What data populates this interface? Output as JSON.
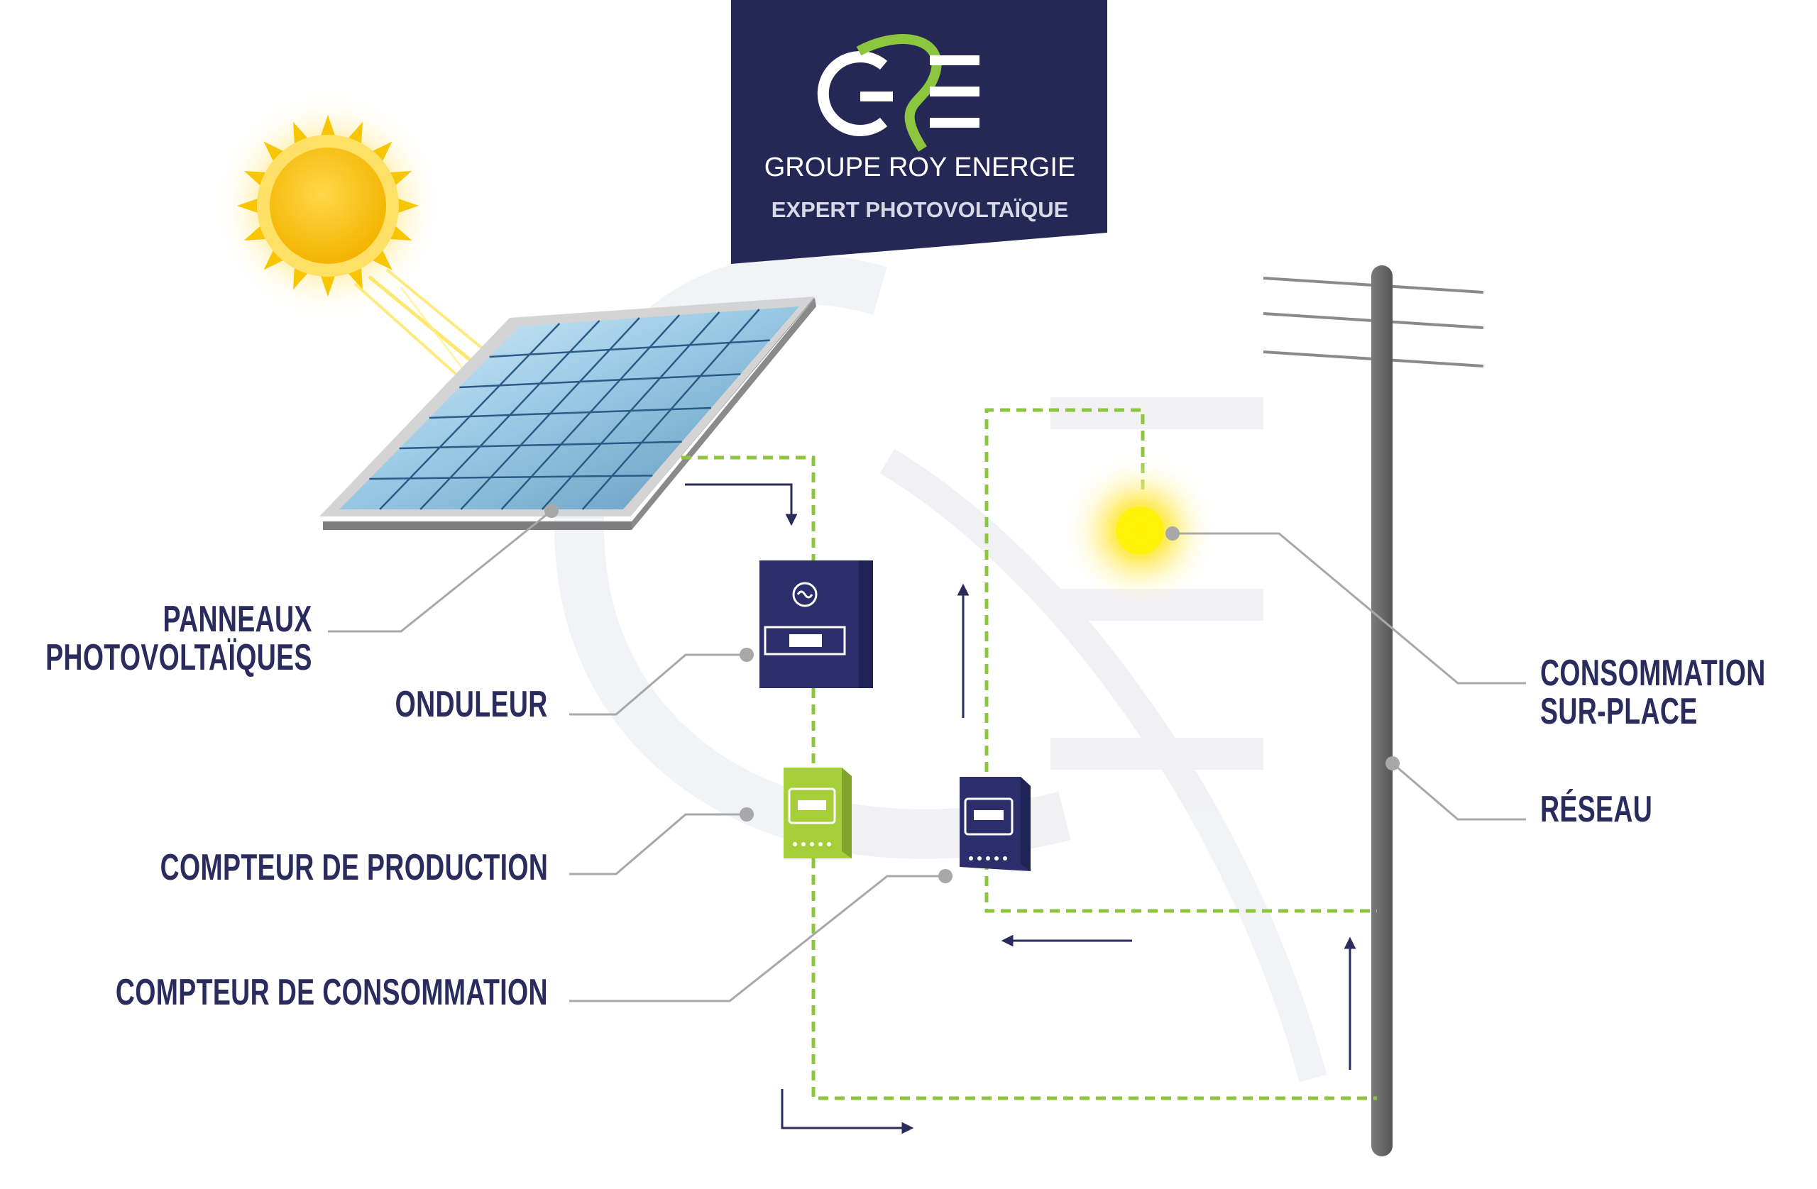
{
  "brand": {
    "mark": "GRE",
    "name": "GROUPE ROY ENERGIE",
    "tagline": "EXPERT PHOTOVOLTAÏQUE",
    "colors": {
      "navy": "#252854",
      "green": "#8cc63f",
      "white": "#ffffff"
    }
  },
  "labels": {
    "panneaux": [
      "PANNEAUX",
      "PHOTOVOLTAÏQUES"
    ],
    "onduleur": "ONDULEUR",
    "compteur_production": "COMPTEUR DE PRODUCTION",
    "compteur_consommation": "COMPTEUR DE CONSOMMATION",
    "consommation": [
      "CONSOMMATION",
      "SUR-PLACE"
    ],
    "reseau": "RÉSEAU"
  },
  "colors": {
    "label_text": "#2a2c5e",
    "wire": "#8cc63f",
    "leader": "#a8a8a8",
    "pole": "#6b6b6b",
    "arrow": "#2a2c5e",
    "sun": "#f7c600",
    "meter_green": "#a6ce39",
    "device_navy": "#2b2e6b"
  },
  "icons": [
    "sun-icon",
    "solar-panel-icon",
    "inverter-icon",
    "production-meter-icon",
    "consumption-meter-icon",
    "light-bulb-icon",
    "utility-pole-icon"
  ]
}
